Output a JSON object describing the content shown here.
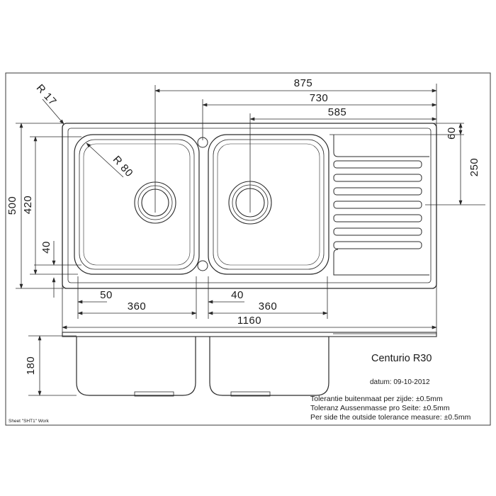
{
  "product": {
    "name": "Centurio R30",
    "date": "datum: 09-10-2012"
  },
  "tolerances": [
    "Tolerantie buitenmaat per zijde:  ±0.5mm",
    "Toleranz Aussenmasse pro Seite:  ±0.5mm",
    "Per side the outside tolerance measure:  ±0.5mm"
  ],
  "sheet_label": "Sheet \"SHT1\" Work",
  "dimensions": {
    "top_875": "875",
    "top_730": "730",
    "top_585": "585",
    "right_60": "60",
    "right_250": "250",
    "left_500": "500",
    "left_420": "420",
    "left_40": "40",
    "bottom_50": "50",
    "bottom_360_left": "360",
    "bottom_40": "40",
    "bottom_360_right": "360",
    "bottom_1160": "1160",
    "side_180": "180",
    "radius_17": "R 17",
    "radius_80": "R 80"
  }
}
